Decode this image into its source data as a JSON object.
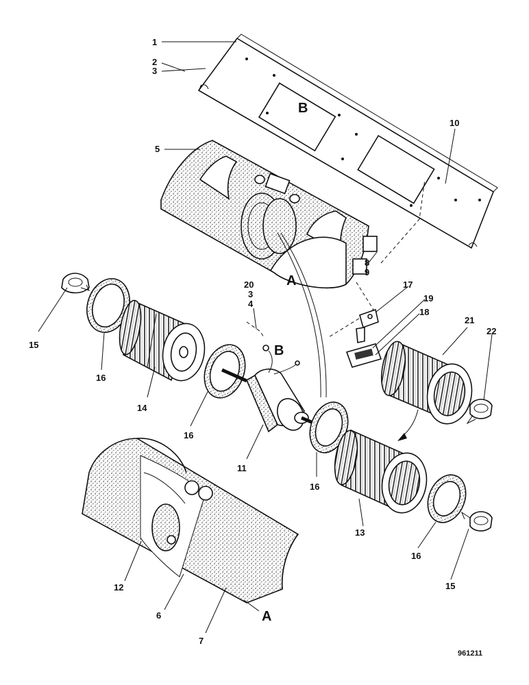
{
  "diagram": {
    "callouts": {
      "c1": "1",
      "c2": "2",
      "c3": "3",
      "c5": "5",
      "c10": "10",
      "c8": "8",
      "c9": "9",
      "c20": "20",
      "c3b": "3",
      "c4": "4",
      "c17": "17",
      "c19": "19",
      "c18": "18",
      "c21": "21",
      "c22": "22",
      "c15a": "15",
      "c16a": "16",
      "c14": "14",
      "c16b": "16",
      "c11": "11",
      "c16c": "16",
      "c13": "13",
      "c16d": "16",
      "c15b": "15",
      "c12": "12",
      "c6": "6",
      "c7": "7"
    },
    "letters": {
      "b_top": "B",
      "a_mid": "A",
      "b_mid": "B",
      "a_bot": "A"
    },
    "reference": "961211"
  }
}
